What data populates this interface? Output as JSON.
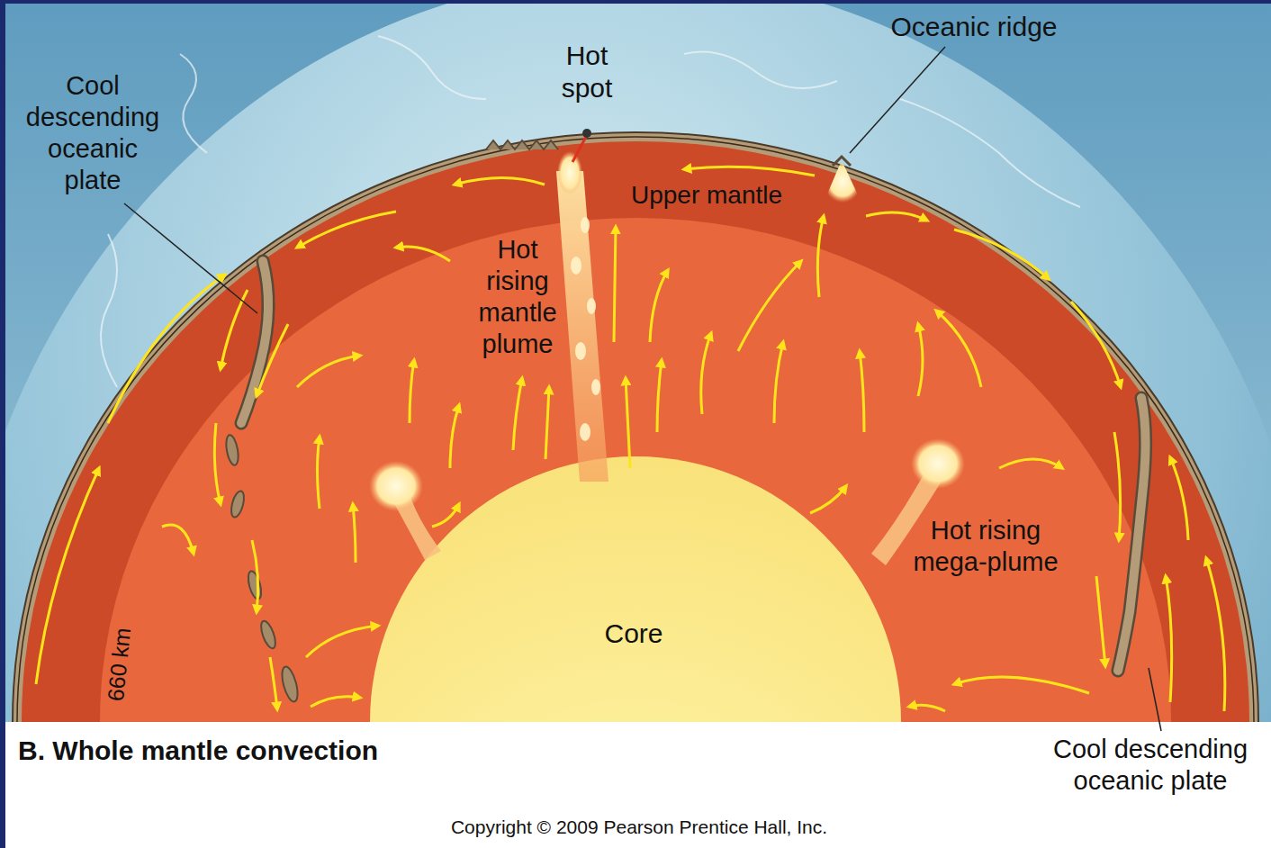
{
  "diagram": {
    "caption": "B. Whole mantle convection",
    "nodes": [
      {
        "text": [
          "Core"
        ]
      }
    ],
    "labels": [
      "Hot spot",
      "Oceanic ridge",
      "Cool descending oceanic plate",
      "Upper mantle",
      "Hot rising mantle plume",
      "Hot rising mega-plume",
      "660 km",
      "Cool descending oceanic plate",
      "Copyright © 2009 Pearson Prentice Hall, Inc."
    ]
  }
}
